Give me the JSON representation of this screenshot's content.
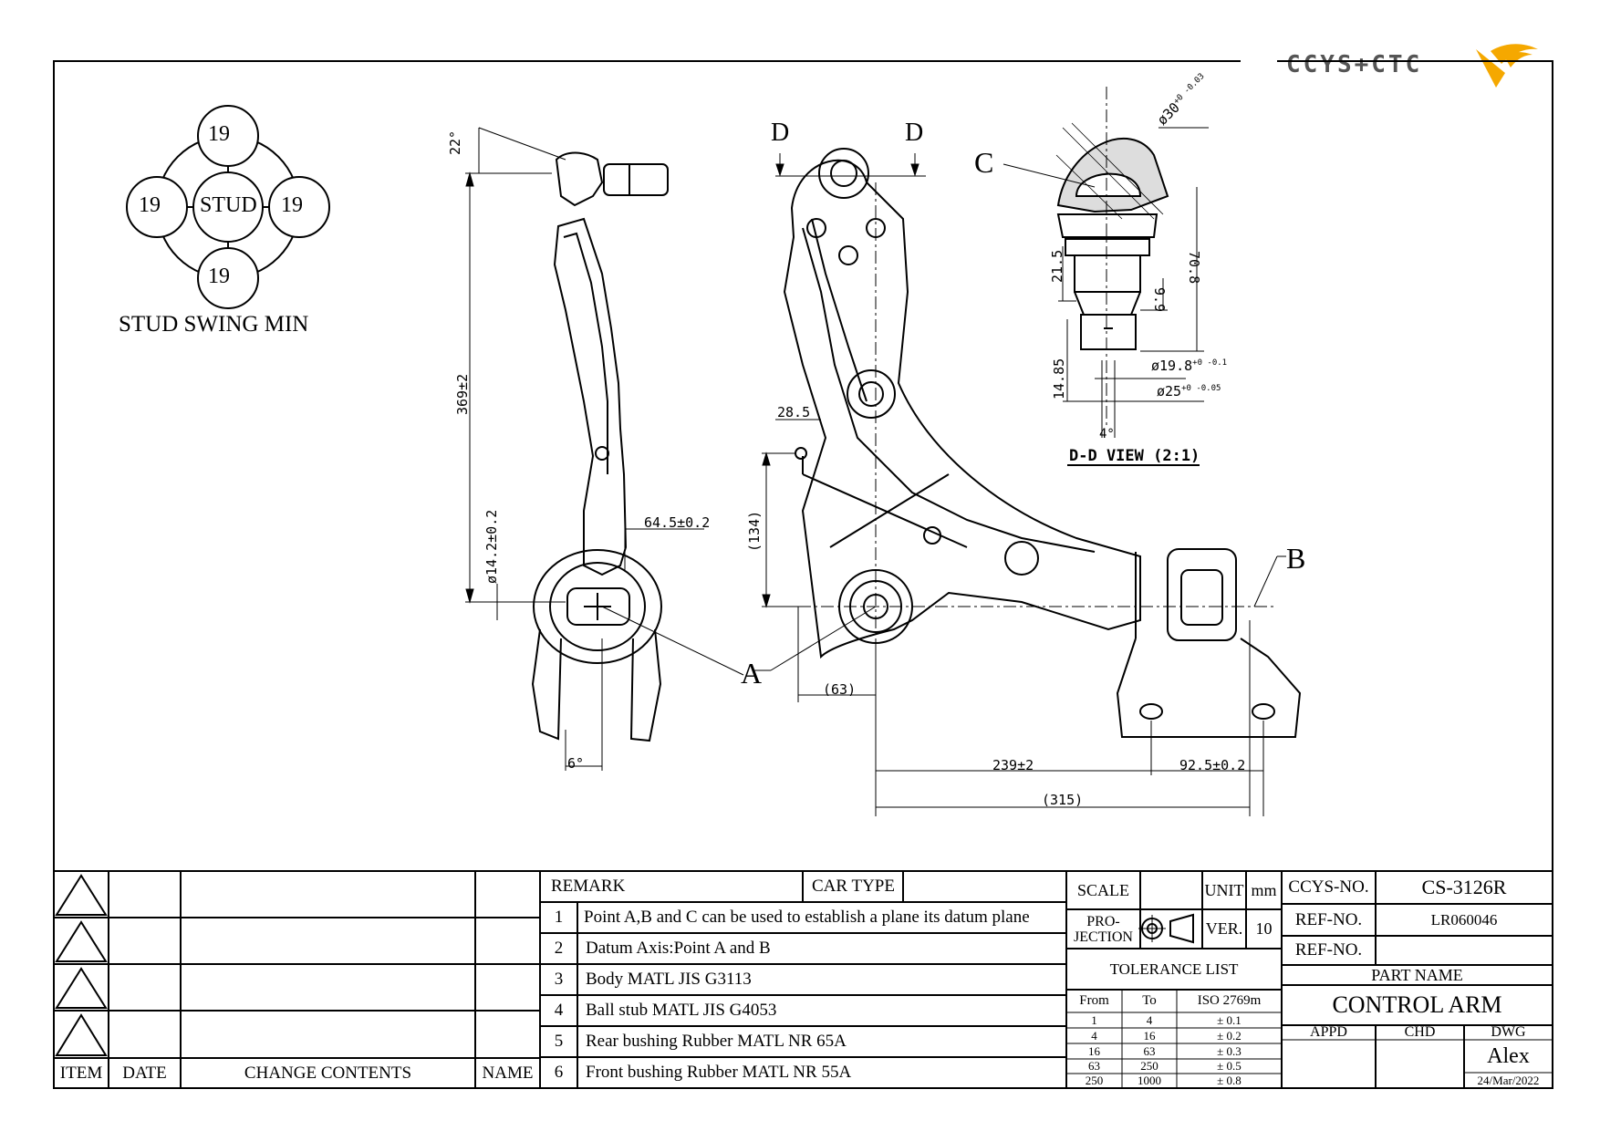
{
  "logo": {
    "text": "CCYS+CTC",
    "accent": "#f5a800",
    "mark": "swoosh-logo"
  },
  "stud_swing": {
    "center_label": "STUD",
    "top": "19",
    "left": "19",
    "right": "19",
    "bottom": "19",
    "caption": "STUD SWING MIN"
  },
  "dimensions": {
    "angle_top": "22°",
    "height": "369±2",
    "bore": "ø14.2±0.2",
    "offset_64": "64.5±0.2",
    "angle_bottom": "6°",
    "d28": "28.5",
    "d134": "(134)",
    "d63": "(63)",
    "d239": "239±2",
    "d92": "92.5±0.2",
    "d315": "(315)"
  },
  "section_view": {
    "cut_left": "D",
    "cut_right": "D",
    "dia30": "ø30",
    "dia30_tol": "+0 -0.03",
    "d70": "70.8",
    "d21": "21.5",
    "d9": "9.9",
    "d14": "14.85",
    "dia19": "ø19.8",
    "dia19_tol": "+0 -0.1",
    "dia25": "ø25",
    "dia25_tol": "+0 -0.05",
    "angle4": "4°",
    "title": "D-D VIEW (2:1)"
  },
  "points": {
    "a": "A",
    "b": "B",
    "c": "C"
  },
  "change_table": {
    "headers": {
      "item": "ITEM",
      "date": "DATE",
      "contents": "CHANGE CONTENTS",
      "name": "NAME"
    }
  },
  "remarks": {
    "header_remark": "REMARK",
    "header_car_type": "CAR TYPE",
    "car_type": "",
    "items": [
      {
        "no": "1",
        "text": "Point A,B and C can be used to establish a plane its datum plane"
      },
      {
        "no": "2",
        "text": "Datum Axis:Point A and B"
      },
      {
        "no": "3",
        "text": "Body MATL JIS G3113"
      },
      {
        "no": "4",
        "text": "Ball stub MATL JIS G4053"
      },
      {
        "no": "5",
        "text": "Rear bushing Rubber MATL NR 65A"
      },
      {
        "no": "6",
        "text": "Front bushing Rubber MATL NR 55A"
      }
    ]
  },
  "specs": {
    "scale_label": "SCALE",
    "scale_value": "",
    "unit_label": "UNIT",
    "unit_value": "mm",
    "projection_label": "PRO-\nJECTION",
    "ver_label": "VER.",
    "ver_value": "10"
  },
  "tolerance": {
    "title": "TOLERANCE LIST",
    "headers": {
      "from": "From",
      "to": "To",
      "std": "ISO 2769m"
    },
    "rows": [
      {
        "from": "1",
        "to": "4",
        "tol": "± 0.1"
      },
      {
        "from": "4",
        "to": "16",
        "tol": "± 0.2"
      },
      {
        "from": "16",
        "to": "63",
        "tol": "± 0.3"
      },
      {
        "from": "63",
        "to": "250",
        "tol": "± 0.5"
      },
      {
        "from": "250",
        "to": "1000",
        "tol": "± 0.8"
      }
    ]
  },
  "title_block": {
    "ccys_label": "CCYS-NO.",
    "ccys_value": "CS-3126R",
    "ref1_label": "REF-NO.",
    "ref1_value": "LR060046",
    "ref2_label": "REF-NO.",
    "ref2_value": "",
    "part_name_label": "PART NAME",
    "part_name": "CONTROL ARM",
    "appd_label": "APPD",
    "chd_label": "CHD",
    "dwg_label": "DWG",
    "appd": "",
    "chd": "",
    "dwg_name": "Alex",
    "date": "24/Mar/2022"
  }
}
